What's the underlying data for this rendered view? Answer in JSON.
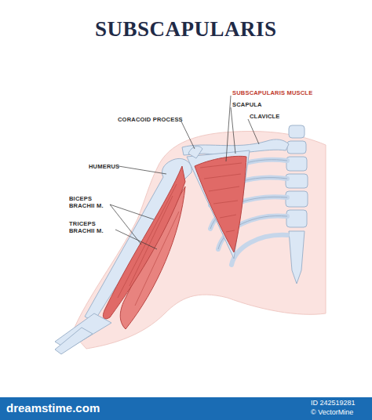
{
  "diagram": {
    "title": "SUBSCAPULARIS",
    "labels": [
      "SUBSCAPULARIS MUSCLE",
      "SCAPULA",
      "CLAVICLE",
      "CORACOID PROCESS",
      "HUMERUS",
      "BICEPS BRACHII M.",
      "TRICEPS BRACHII M.",
      "dreamstime.com",
      "ID 242519281",
      "© VectorMine"
    ]
  }
}
